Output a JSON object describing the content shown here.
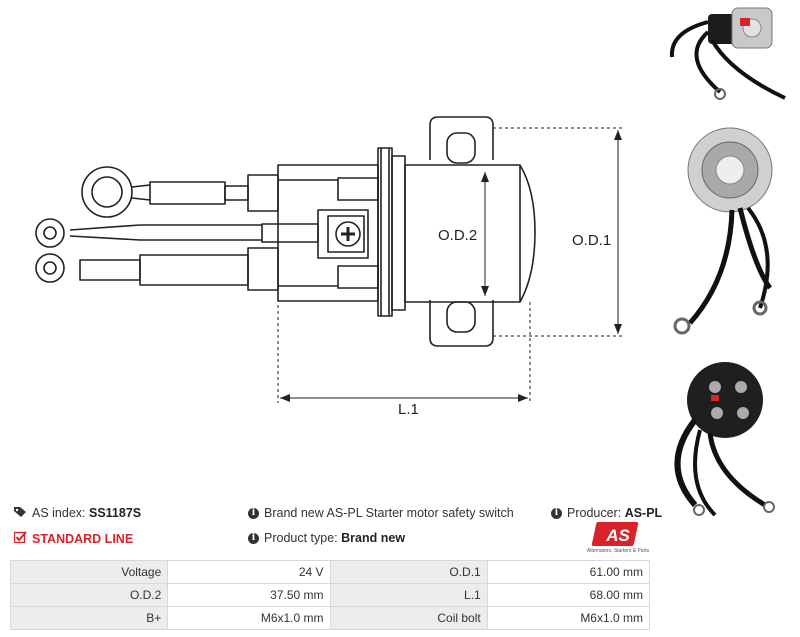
{
  "drawing": {
    "label_od1": "O.D.1",
    "label_od2": "O.D.2",
    "label_l1": "L.1"
  },
  "info": {
    "as_index_label": "AS index:",
    "as_index_value": "SS1187S",
    "description": "Brand new AS-PL Starter motor safety switch",
    "producer_label": "Producer:",
    "producer_value": "AS-PL",
    "line_label": "STANDARD LINE",
    "product_type_label": "Product type:",
    "product_type_value": "Brand new"
  },
  "logo": {
    "mark": "AS",
    "tagline": "Alternators, Starters & Parts"
  },
  "specs": [
    {
      "k1": "Voltage",
      "v1": "24 V",
      "k2": "O.D.1",
      "v2": "61.00 mm"
    },
    {
      "k1": "O.D.2",
      "v1": "37.50 mm",
      "k2": "L.1",
      "v2": "68.00 mm"
    },
    {
      "k1": "B+",
      "v1": "M6x1.0 mm",
      "k2": "Coil bolt",
      "v2": "M6x1.0 mm"
    }
  ],
  "colors": {
    "accent_red": "#d8232a",
    "table_key_bg": "#ececec",
    "line": "#222222"
  },
  "icons": [
    "tag-icon",
    "check-icon",
    "info-icon"
  ]
}
